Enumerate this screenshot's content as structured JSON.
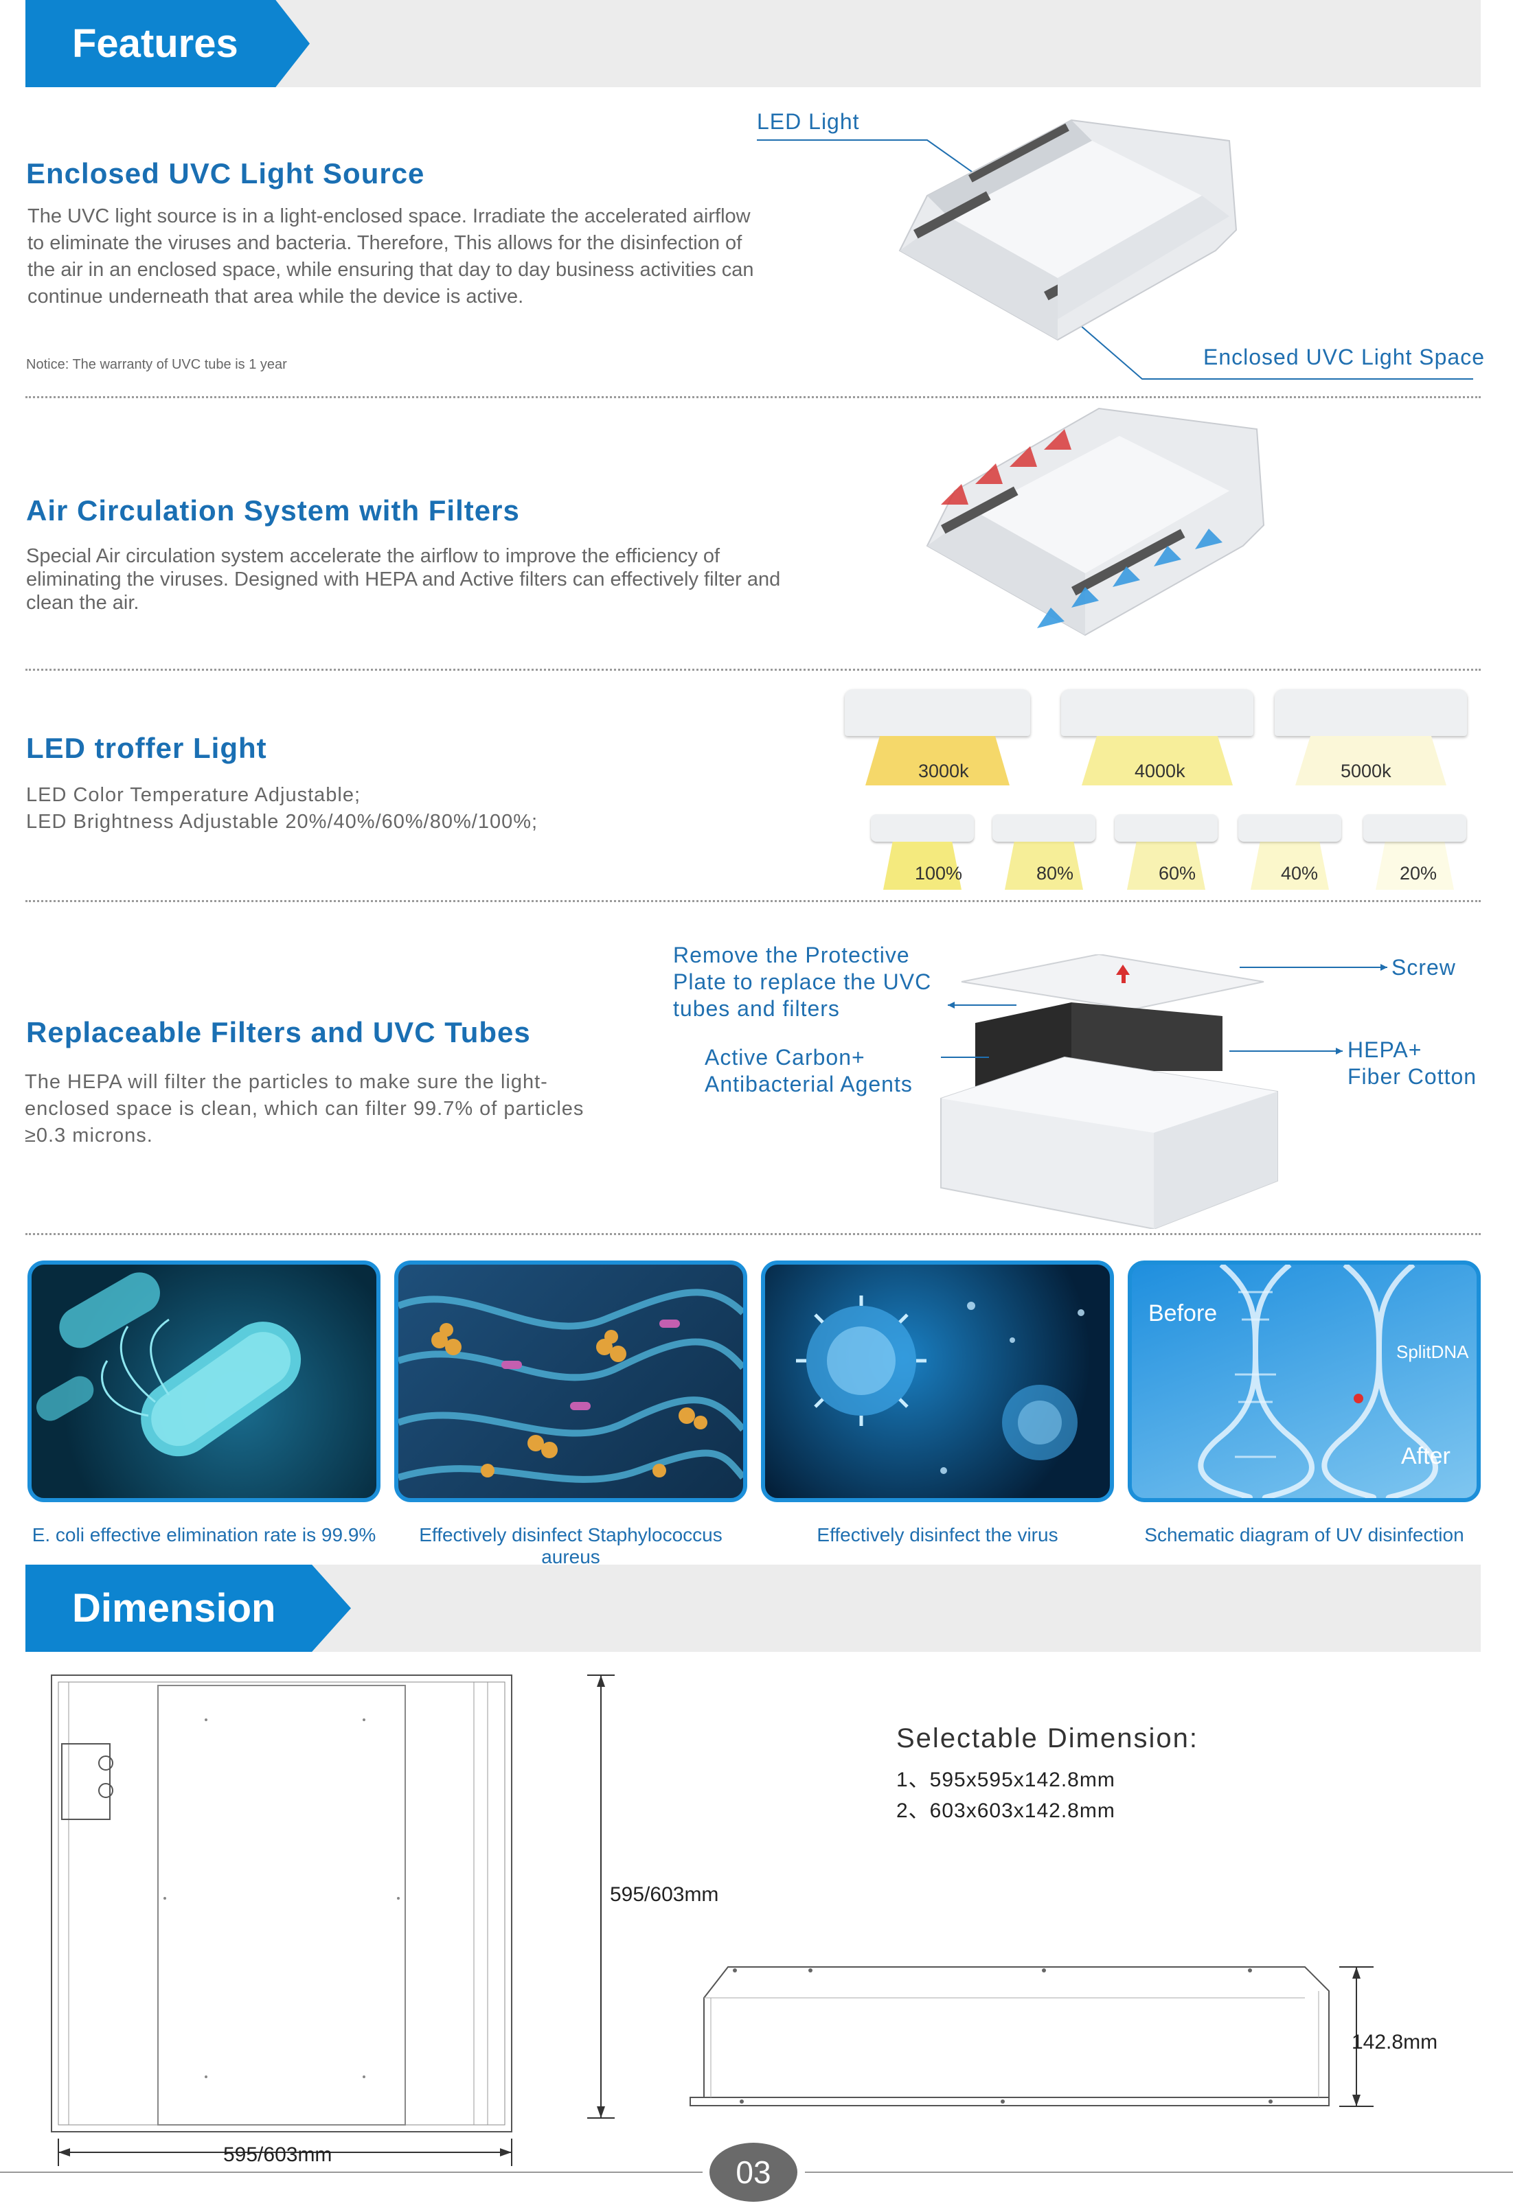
{
  "features_header": {
    "title": "Features"
  },
  "s1": {
    "title": "Enclosed UVC Light Source",
    "lines": [
      "The UVC light source is in a light-enclosed space. Irradiate the accelerated airflow",
      "to eliminate the viruses and bacteria. Therefore, This allows for the disinfection of",
      "the air in an enclosed space, while ensuring that day to day business activities can",
      "continue underneath that area while the device is active."
    ],
    "notice": "Notice:  The warranty of UVC tube is 1 year",
    "label_led": "LED Light",
    "label_space": "Enclosed UVC Light Space"
  },
  "s2": {
    "title": "Air Circulation System with Filters",
    "lines": [
      "Special Air circulation system accelerate the airflow to improve the efficiency of",
      "eliminating the viruses. Designed with HEPA and Active filters can effectively filter and",
      "clean the air."
    ]
  },
  "s3": {
    "title": "LED troffer Light",
    "lines": [
      "LED Color Temperature Adjustable;",
      "LED Brightness Adjustable 20%/40%/60%/80%/100%;"
    ],
    "temps": [
      "3000k",
      "4000k",
      "5000k"
    ],
    "temp_colors": [
      "#f5d86a",
      "#f7ee9a",
      "#fbf7d8"
    ],
    "brightness": [
      "100%",
      "80%",
      "60%",
      "40%",
      "20%"
    ],
    "brightness_levels": [
      1.0,
      0.8,
      0.6,
      0.4,
      0.2
    ]
  },
  "s4": {
    "title": "Replaceable Filters and UVC Tubes",
    "lines": [
      "The HEPA will filter the particles to make sure the light-",
      "enclosed space is clean, which can filter 99.7% of particles",
      "≥0.3 microns."
    ],
    "label_remove": [
      "Remove the Protective",
      "Plate to replace the UVC",
      "tubes and filters"
    ],
    "label_carbon": [
      "Active Carbon+",
      "Antibacterial Agents"
    ],
    "label_screw": "Screw",
    "label_hepa": [
      "HEPA+",
      "Fiber Cotton"
    ]
  },
  "cards": [
    {
      "caption": "E. coli effective elimination rate is 99.9%",
      "icon": "bacteria-icon"
    },
    {
      "caption": "Effectively disinfect Staphylococcus aureus",
      "icon": "staphylococcus-icon"
    },
    {
      "caption": "Effectively disinfect the virus",
      "icon": "virus-icon"
    },
    {
      "caption": "Schematic diagram of UV disinfection",
      "icon": "dna-icon",
      "before": "Before",
      "after": "After",
      "split": "SplitDNA"
    }
  ],
  "dimension_header": {
    "title": "Dimension"
  },
  "dimension": {
    "selectable_title": "Selectable Dimension:",
    "options": [
      "1、595x595x142.8mm",
      "2、603x603x142.8mm"
    ],
    "width_label": "595/603mm",
    "height_label": "595/603mm",
    "depth_label": "142.8mm"
  },
  "page_number": "03"
}
